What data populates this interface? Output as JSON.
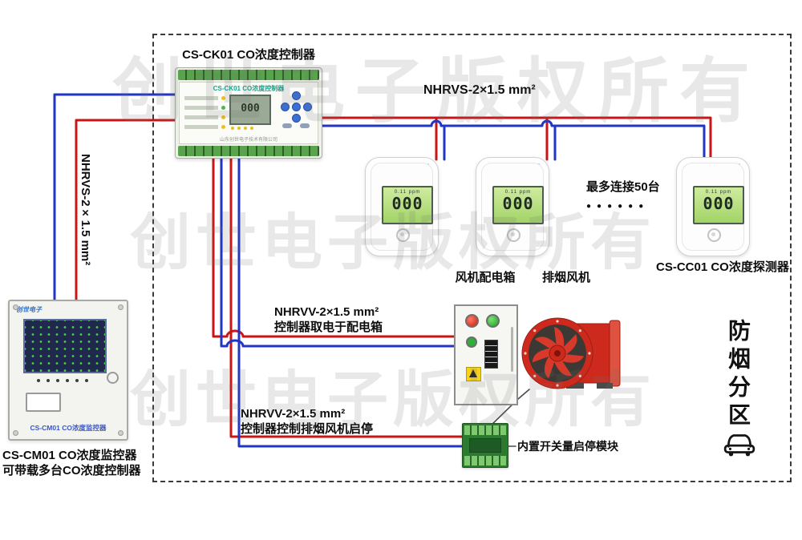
{
  "watermark": {
    "text": "创世电子版权所有"
  },
  "cables": {
    "bus_top": "NHRVS-2×1.5 mm²",
    "monitor_link": "NHRVS-2×1.5 mm²",
    "power_line1": "NHRVV-2×1.5 mm²",
    "power_line2": "控制器取电于配电箱",
    "control_line1": "NHRVV-2×1.5 mm²",
    "control_line2": "控制器控制排烟风机启停"
  },
  "labels": {
    "controller": "CS-CK01 CO浓度控制器",
    "detector": "CS-CC01 CO浓度探测器",
    "monitor_line1": "CS-CM01 CO浓度监控器",
    "monitor_line2": "可带载多台CO浓度控制器",
    "fan_box": "风机配电箱",
    "exhaust_fan": "排烟风机",
    "module": "内置开关量启停模块",
    "max_connect": "最多连接50台",
    "more_dots": "●●●●●●",
    "zone_vertical": "防烟分区"
  },
  "controller_device": {
    "title": "CS-CK01 CO浓度控制器",
    "lcd_value": "000",
    "footer": "山东创世电子技术有限公司"
  },
  "detector_device": {
    "model": "CS-CC01",
    "lcd_small": "0.11 ppm",
    "lcd_value": "000"
  },
  "monitor_device": {
    "brand": "创世电子",
    "model_text": "CS-CM01 CO浓度监控器"
  },
  "colors": {
    "wire_red": "#c81616",
    "wire_blue": "#2136c2",
    "lcd_green": "#a3d467",
    "fan_red": "#cd2a1d"
  }
}
